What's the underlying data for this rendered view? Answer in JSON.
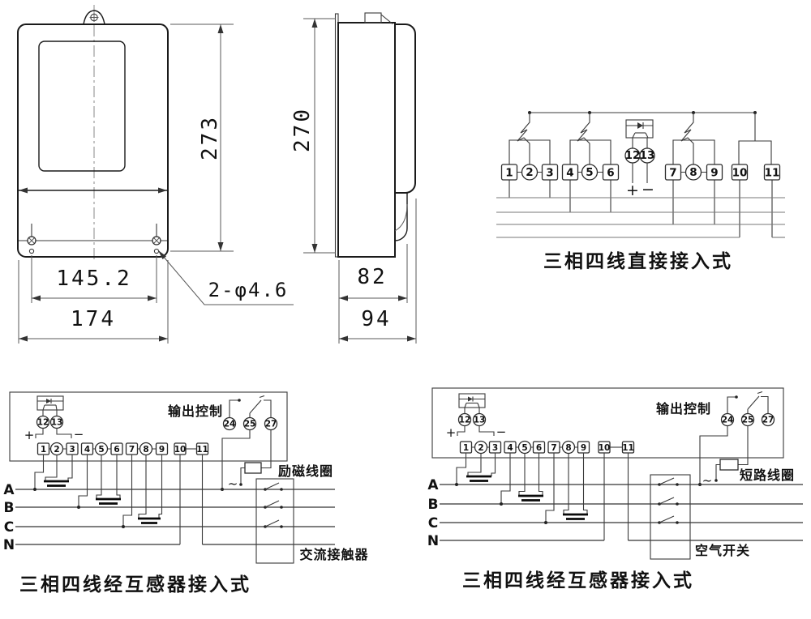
{
  "front_view": {
    "height": "273",
    "hole_pitch": "145.2",
    "width": "174",
    "hole_note": "2-φ4.6"
  },
  "side_view": {
    "height": "270",
    "body_depth": "82",
    "total_depth": "94"
  },
  "direct_diagram": {
    "caption": "三相四线直接接入式",
    "terminals": [
      {
        "n": "1"
      },
      {
        "n": "2"
      },
      {
        "n": "3"
      },
      {
        "n": "4"
      },
      {
        "n": "5"
      },
      {
        "n": "6"
      },
      {
        "n": "7"
      },
      {
        "n": "8"
      },
      {
        "n": "9"
      },
      {
        "n": "10"
      },
      {
        "n": "11"
      }
    ],
    "pulse": {
      "a": "12",
      "b": "13",
      "plus": "+",
      "minus": "−"
    }
  },
  "ct_left": {
    "caption": "三相四线经互感器接入式",
    "output_control": "输出控制",
    "coil_label": "励磁线圈",
    "switch_label": "交流接触器",
    "ac_mark": "~",
    "phases": [
      {
        "n": "A"
      },
      {
        "n": "B"
      },
      {
        "n": "C"
      },
      {
        "n": "N"
      }
    ],
    "terminals": [
      {
        "n": "1"
      },
      {
        "n": "2"
      },
      {
        "n": "3"
      },
      {
        "n": "4"
      },
      {
        "n": "5"
      },
      {
        "n": "6"
      },
      {
        "n": "7"
      },
      {
        "n": "8"
      },
      {
        "n": "9"
      },
      {
        "n": "10"
      },
      {
        "n": "11"
      }
    ],
    "control": [
      {
        "n": "24"
      },
      {
        "n": "25"
      },
      {
        "n": "27"
      }
    ],
    "pulse": {
      "a": "12",
      "b": "13",
      "plus": "+",
      "minus": "−"
    }
  },
  "ct_right": {
    "caption": "三相四线经互感器接入式",
    "output_control": "输出控制",
    "coil_label": "短路线圈",
    "switch_label": "空气开关",
    "ac_mark": "~",
    "phases": [
      {
        "n": "A"
      },
      {
        "n": "B"
      },
      {
        "n": "C"
      },
      {
        "n": "N"
      }
    ],
    "terminals": [
      {
        "n": "1"
      },
      {
        "n": "2"
      },
      {
        "n": "3"
      },
      {
        "n": "4"
      },
      {
        "n": "5"
      },
      {
        "n": "6"
      },
      {
        "n": "7"
      },
      {
        "n": "8"
      },
      {
        "n": "9"
      },
      {
        "n": "10"
      },
      {
        "n": "11"
      }
    ],
    "control": [
      {
        "n": "24"
      },
      {
        "n": "25"
      },
      {
        "n": "27"
      }
    ],
    "pulse": {
      "a": "12",
      "b": "13",
      "plus": "+",
      "minus": "−"
    }
  }
}
